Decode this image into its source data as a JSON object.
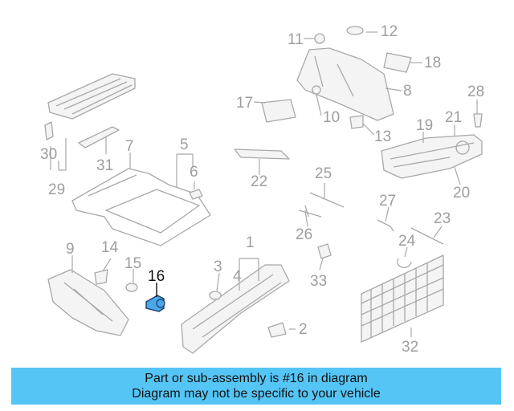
{
  "diagram": {
    "callouts": [
      "1",
      "2",
      "3",
      "4",
      "5",
      "6",
      "7",
      "8",
      "9",
      "10",
      "11",
      "12",
      "13",
      "14",
      "15",
      "16",
      "17",
      "18",
      "19",
      "20",
      "21",
      "22",
      "23",
      "24",
      "25",
      "26",
      "27",
      "28",
      "29",
      "30",
      "31",
      "32",
      "33"
    ],
    "highlighted_part": "16",
    "colors": {
      "part": "#a8a8a8",
      "highlight": "#4aa8e8",
      "banner": "#55c5f5"
    }
  },
  "banner": {
    "line1": "Part or sub-assembly is #16 in diagram",
    "line2": "Diagram may not be specific to your vehicle"
  }
}
